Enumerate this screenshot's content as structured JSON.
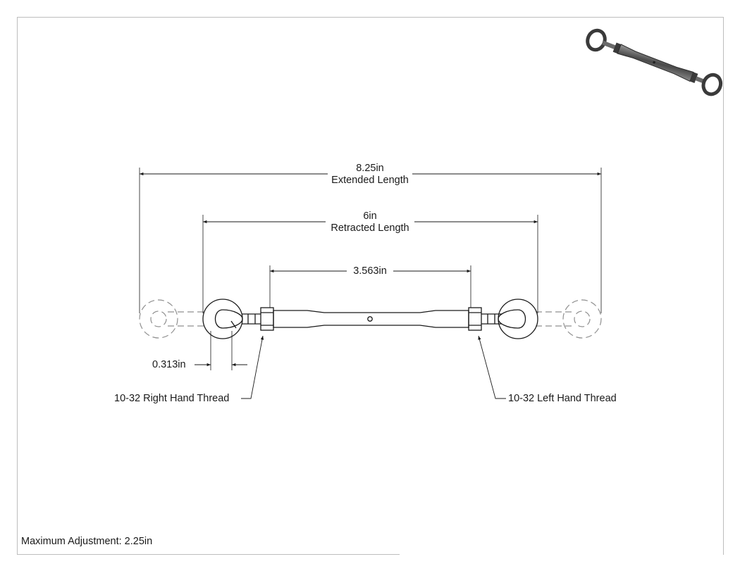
{
  "dimensions": {
    "extended": {
      "value": "8.25in",
      "caption": "Extended Length"
    },
    "retracted": {
      "value": "6in",
      "caption": "Retracted Length"
    },
    "body": {
      "value": "3.563in"
    },
    "eye": {
      "value": "0.313in"
    }
  },
  "callouts": {
    "right_thread": "10-32 Right Hand Thread",
    "left_thread": "10-32 Left Hand Thread"
  },
  "note": "Maximum Adjustment: 2.25in",
  "colors": {
    "line": "#1a1a1a",
    "frame": "#bdbdbd",
    "phantom": "#9a9a9a"
  }
}
